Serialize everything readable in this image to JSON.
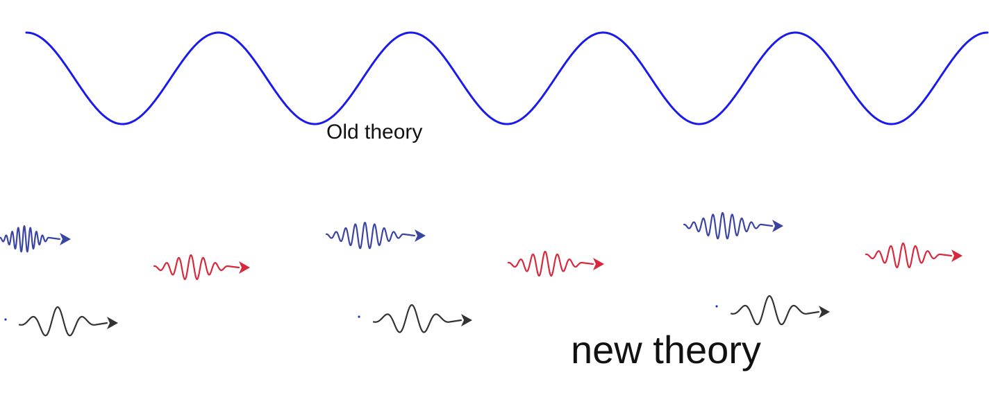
{
  "old_theory": {
    "label": "Old theory",
    "wave_color": "#1a1aee",
    "cycles": 5
  },
  "new_theory": {
    "label": "new theory",
    "photon_colors": {
      "blue": "#3a44a3",
      "red": "#d8283a",
      "dark": "#333333"
    },
    "photons": [
      {
        "id": "blue-photon-1",
        "color": "blue",
        "cycles": 8
      },
      {
        "id": "blue-photon-2",
        "color": "blue",
        "cycles": 8
      },
      {
        "id": "blue-photon-3",
        "color": "blue",
        "cycles": 8
      },
      {
        "id": "red-photon-1",
        "color": "red",
        "cycles": 6
      },
      {
        "id": "red-photon-2",
        "color": "red",
        "cycles": 6
      },
      {
        "id": "red-photon-3",
        "color": "red",
        "cycles": 6
      },
      {
        "id": "dark-photon-1",
        "color": "dark",
        "cycles": 3
      },
      {
        "id": "dark-photon-2",
        "color": "dark",
        "cycles": 3
      },
      {
        "id": "dark-photon-3",
        "color": "dark",
        "cycles": 3
      }
    ]
  }
}
